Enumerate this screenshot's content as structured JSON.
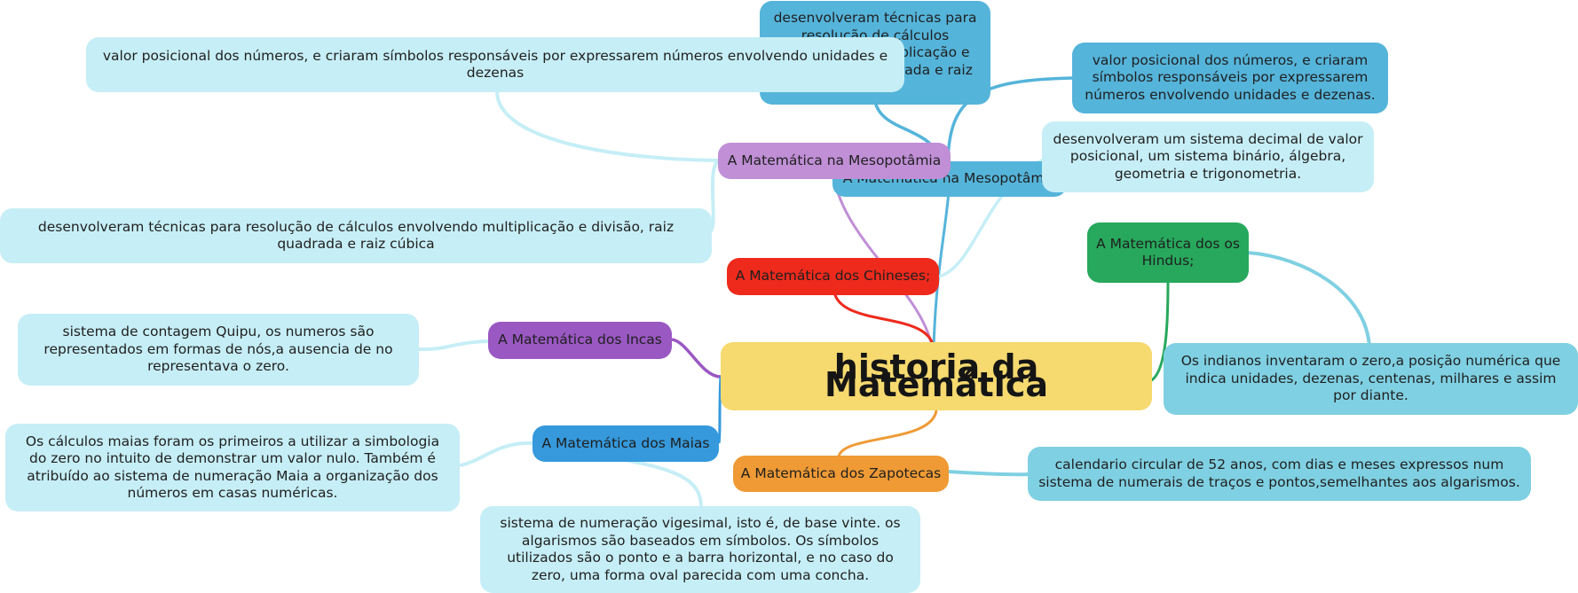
{
  "central": {
    "title": "historia da Matemática"
  },
  "branches": {
    "mesopotamia_blue": "A Matemática na Mesopotâmia",
    "mesopotamia_purple": "A Matemática na Mesopotâmia",
    "chineses": "A Matemática dos Chineses;",
    "hindus": "A Matemática dos os Hindus;",
    "incas": "A Matemática dos Incas",
    "maias": "A Matemática dos Maias",
    "zapotecas": "A Matemática dos Zapotecas"
  },
  "leaves": {
    "meso_blue_tecnicas": "desenvolveram técnicas para resolução de cálculos envolvendo multiplicação e divisão, raiz quadrada e raiz cúbica",
    "meso_blue_valor": "valor posicional dos números, e criaram símbolos responsáveis por expressarem números envolvendo unidades e dezenas.",
    "meso_purple_valor": "valor posicional dos números, e criaram símbolos responsáveis por expressarem números envolvendo unidades e dezenas",
    "meso_purple_tecnicas": "desenvolveram técnicas para resolução de cálculos envolvendo multiplicação e divisão, raiz quadrada e raiz cúbica",
    "chineses_sistema": "desenvolveram um sistema decimal de valor posicional, um sistema binário, álgebra, geometria e trigonometria.",
    "hindus_zero": "Os indianos inventaram o zero,a posição numérica que indica unidades, dezenas, centenas, milhares e assim por diante.",
    "incas_quipu": "sistema de contagem Quipu, os numeros são representados em formas de nós,a ausencia de no representava o zero.",
    "maias_calculos": "Os cálculos maias foram os primeiros a utilizar a simbologia do zero no intuito de demonstrar um valor nulo. Também é atribuído ao sistema de numeração Maia a organização dos números em casas numéricas.",
    "maias_vigesimal": "sistema de numeração vigesimal, isto é, de base vinte. os algarismos são baseados em símbolos. Os símbolos utilizados são o ponto e a barra horizontal, e no caso do zero, uma forma oval parecida com uma concha.",
    "zapotecas_calendario": "calendario circular de 52 anos, com dias e meses expressos num sistema de numerais de traços e pontos,semelhantes aos algarismos."
  },
  "colors": {
    "central": "#f6d96f",
    "mesopotamia_blue": "#55b4da",
    "mesopotamia_purple": "#c08fd6",
    "chineses": "#ee2a1c",
    "hindus": "#27a85c",
    "incas": "#9a58c2",
    "maias": "#3599dc",
    "zapotecas": "#ef9a35",
    "leaf_light": "#c6eef6",
    "leaf_mid": "#7fd0e2"
  }
}
